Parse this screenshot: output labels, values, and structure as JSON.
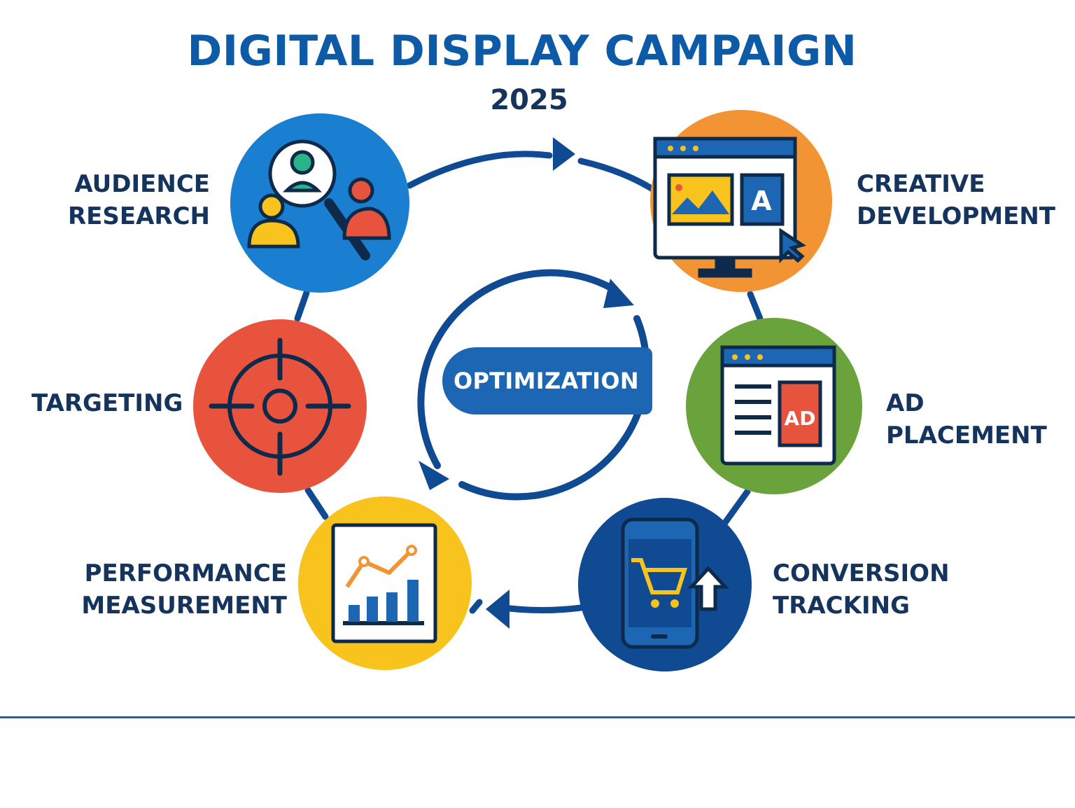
{
  "header": {
    "title": "DIGITAL DISPLAY CAMPAIGN",
    "subtitle": "2025"
  },
  "center": {
    "label": "OPTIMIZATION"
  },
  "steps": [
    {
      "label": "AUDIENCE\nRESEARCH",
      "color": "#1b7fd1",
      "icon": "audience-search-icon"
    },
    {
      "label": "CREATIVE\nDEVELOPMENT",
      "color": "#f39434",
      "icon": "creative-monitor-icon"
    },
    {
      "label": "AD\nPLACEMENT",
      "color": "#6aa33c",
      "icon": "ad-window-icon"
    },
    {
      "label": "CONVERSION\nTRACKING",
      "color": "#0f4a92",
      "icon": "mobile-cart-icon"
    },
    {
      "label": "PERFORMANCE\nMEASUREMENT",
      "color": "#f7c31c",
      "icon": "chart-icon"
    },
    {
      "label": "TARGETING",
      "color": "#e8533d",
      "icon": "target-crosshair-icon"
    }
  ],
  "colors": {
    "title": "#0d5aa7",
    "label_text": "#14345e",
    "connector": "#0f4a92",
    "pill": "#1c66b3"
  }
}
